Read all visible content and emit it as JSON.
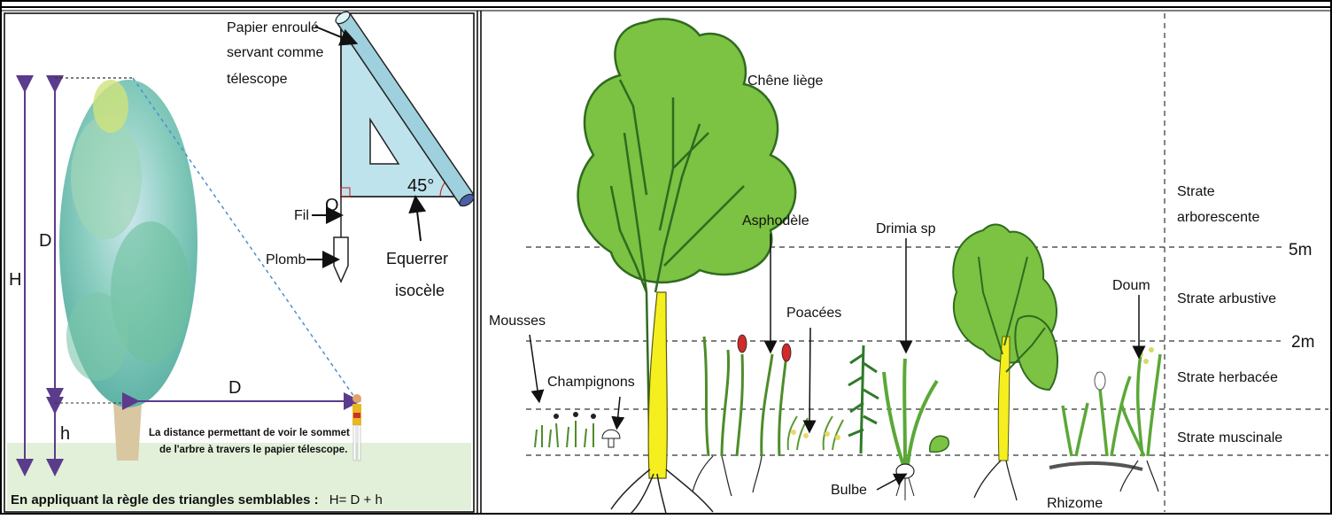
{
  "left_panel": {
    "telescope_label_1": "Papier enroulé",
    "telescope_label_2": "servant comme",
    "telescope_label_3": "télescope",
    "angle_label": "45°",
    "point_o": "O",
    "fil_label": "Fil",
    "plomb_label": "Plomb",
    "equerre_label_1": "Equerrer",
    "equerre_label_2": "isocèle",
    "h_big_label": "H",
    "d_vertical_label": "D",
    "d_horizontal_label": "D",
    "h_small_label": "h",
    "caption_line_1": "La distance permettant de voir le sommet",
    "caption_line_2": "de l'arbre à travers le papier télescope.",
    "bottom_rule": "En appliquant la règle des triangles semblables :",
    "bottom_formula": "H= D + h"
  },
  "right_panel": {
    "labels": {
      "chene": "Chêne liège",
      "asphodele": "Asphodèle",
      "drimia": "Drimia sp",
      "poacees": "Poacées",
      "mousses": "Mousses",
      "champignons": "Champignons",
      "doum": "Doum",
      "bulbe": "Bulbe",
      "rhizome": "Rhizome"
    },
    "strata": {
      "arborescente_1": "Strate",
      "arborescente_2": "arborescente",
      "arbustive": "Strate arbustive",
      "herbacee": "Strate herbacée",
      "muscinale": "Strate muscinale"
    },
    "heights": {
      "five_m": "5m",
      "two_m": "2m"
    }
  },
  "colors": {
    "foliage": "#7cc243",
    "foliage_dark": "#2f6b1f",
    "trunk": "#f5ef20",
    "telescope": "#bfe3ec",
    "arrow": "#5b3b8c"
  }
}
